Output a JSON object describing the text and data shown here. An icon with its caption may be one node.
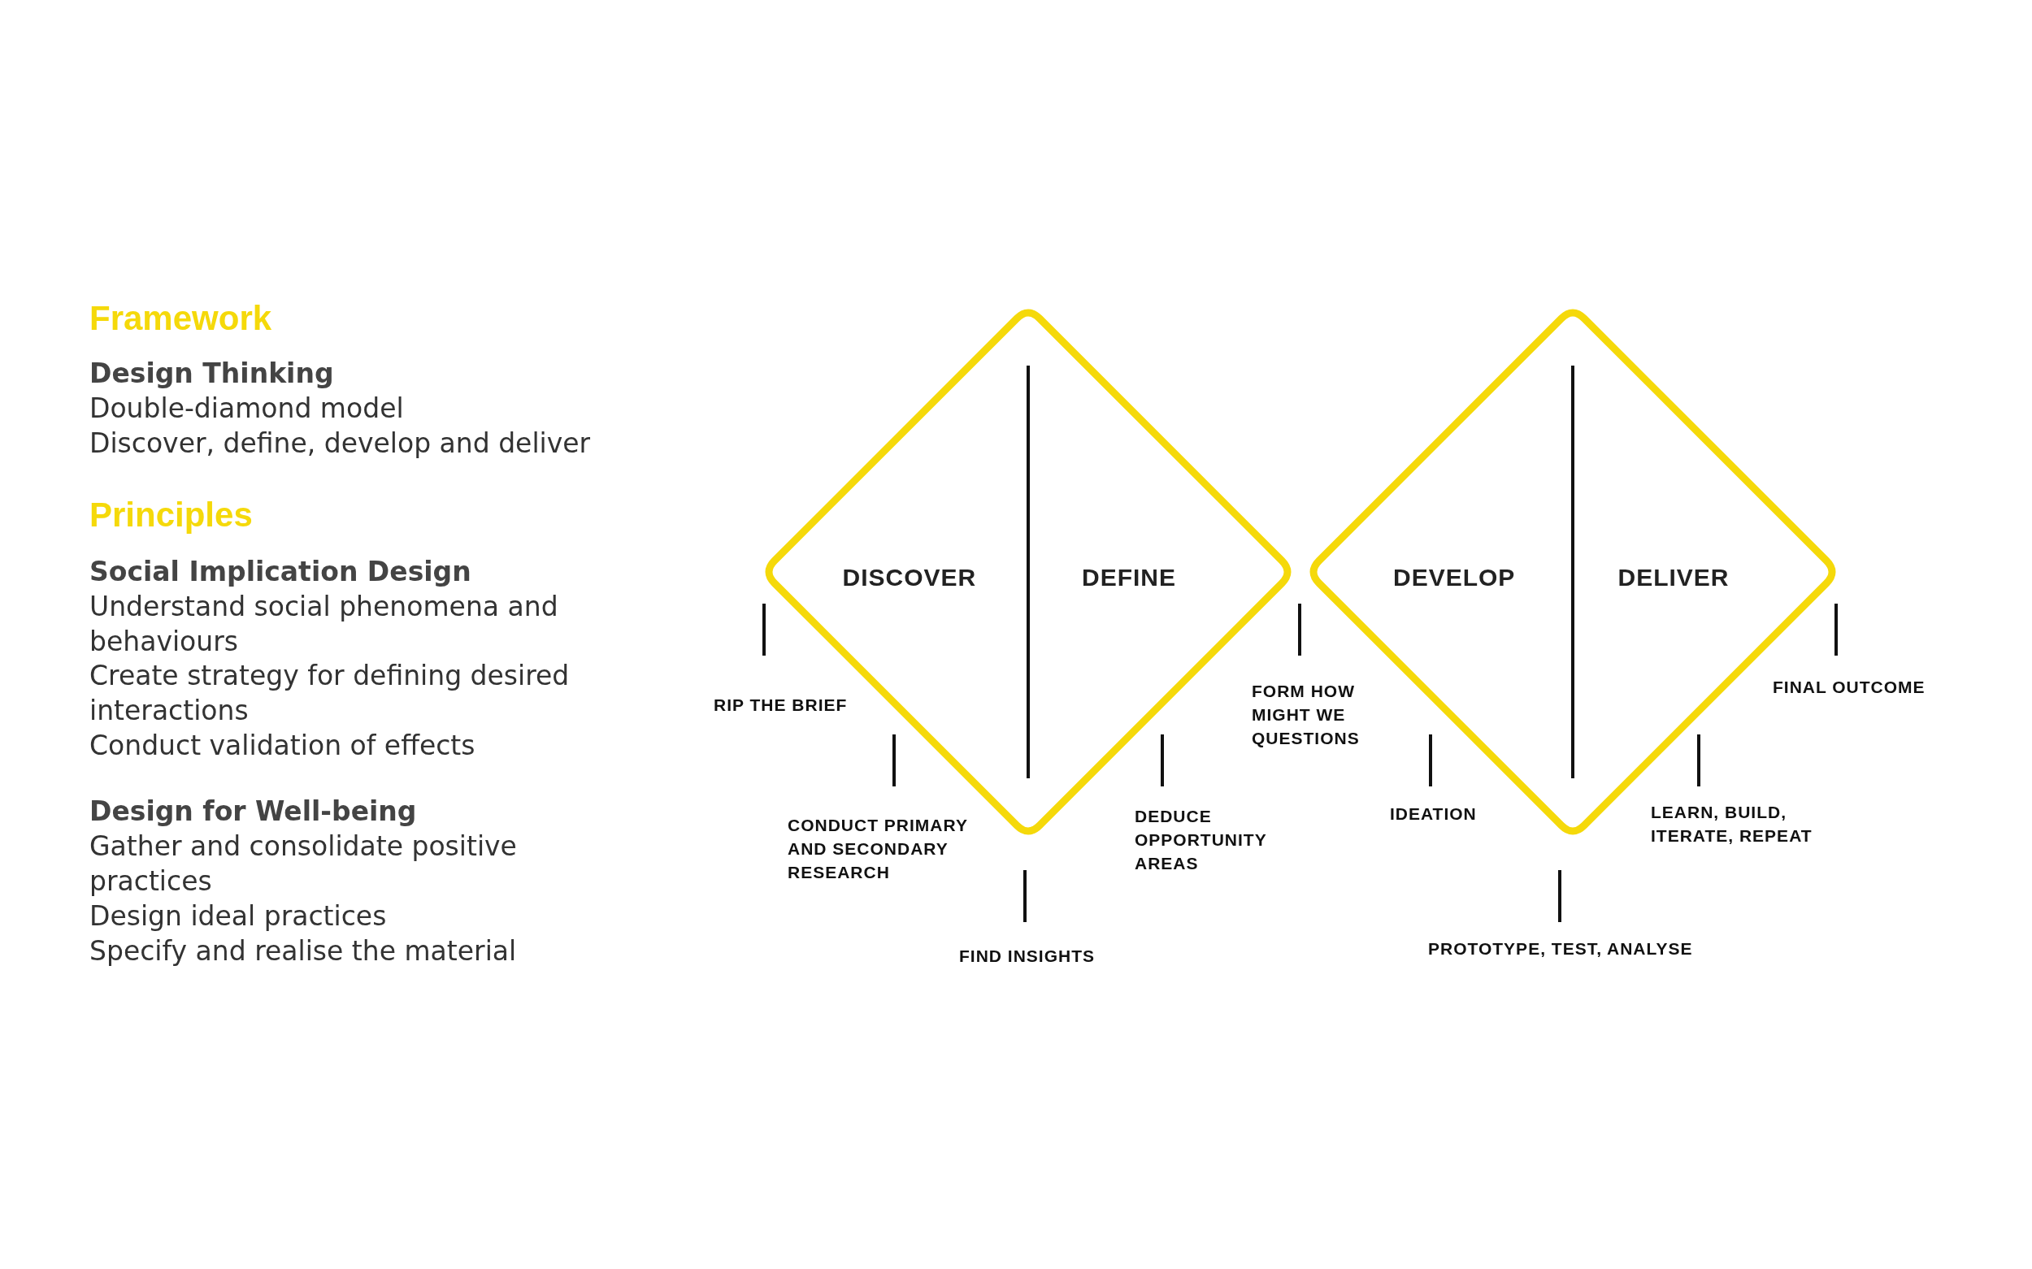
{
  "diagram": {
    "nodes": [
      {
        "text": [
          "DISCOVER",
          "DEFINE"
        ]
      },
      {
        "text": [
          "DEVELOP",
          "DELIVER"
        ]
      }
    ],
    "labels": [
      "Framework",
      "Design Thinking",
      "Double-diamond model",
      "Discover, define, develop and deliver",
      "Principles",
      "Social Implication Design",
      "Understand social phenomena and behaviours",
      "Create strategy for defining desired interactions",
      "Conduct validation of effects",
      "Design for Well-being",
      "Gather and consolidate positive practices",
      "Design ideal practices",
      "Specify and realise the material",
      "RIP THE BRIEF",
      "CONDUCT PRIMARY AND SECONDARY RESEARCH",
      "FIND INSIGHTS",
      "DEDUCE OPPORTUNITY AREAS",
      "FORM HOW MIGHT WE QUESTIONS",
      "IDEATION",
      "PROTOTYPE, TEST, ANALYSE",
      "LEARN, BUILD, ITERATE, REPEAT",
      "FINAL OUTCOME"
    ]
  }
}
